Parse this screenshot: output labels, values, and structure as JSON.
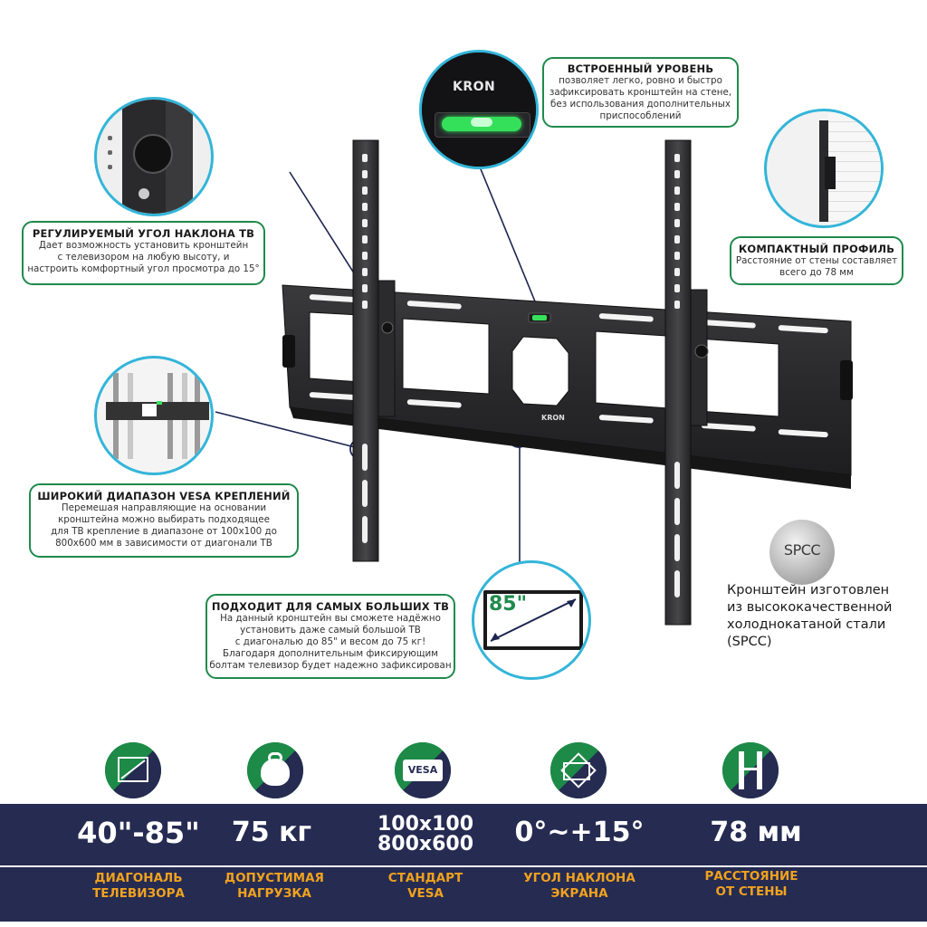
{
  "callouts": {
    "level": {
      "title": "ВСТРОЕННЫЙ УРОВЕНЬ",
      "text": "позволяет легко, ровно и быстро\nзафиксировать кронштейн на стене,\nбез использования дополнительных\nприспособлений"
    },
    "tilt": {
      "title": "РЕГУЛИРУЕМЫЙ УГОЛ НАКЛОНА ТВ",
      "text": "Дает возможность установить кронштейн\nс телевизором на любую высоту, и\nнастроить комфортный угол просмотра до 15°"
    },
    "profile": {
      "title": "КОМПАКТНЫЙ ПРОФИЛЬ",
      "text": "Расстояние от стены составляет\nвсего до 78 мм"
    },
    "vesa": {
      "title": "ШИРОКИЙ ДИАПАЗОН VESA КРЕПЛЕНИЙ",
      "text": "Перемешая направляющие на основании\nкронштейна можно выбирать подходящее\nдля ТВ крепление в диапазоне от 100х100 до\n800х600 мм в зависимости от диагонали ТВ"
    },
    "largest": {
      "title": "ПОДХОДИТ ДЛЯ САМЫХ БОЛЬШИХ ТВ",
      "text": "На данный кронштейн вы сможете надёжно\nустановить даже самый большой ТВ\nс диагональю до 85\" и весом до 75 кг!\nБлагодаря дополнительным фиксирующим\nболтам телевизор будет надежно зафиксирован"
    }
  },
  "brand_logo": "KRON",
  "bracket_logo": "KRON",
  "tv_size_label": "85\"",
  "spcc": {
    "badge": "SPCC",
    "text": "Кронштейн изготовлен\nиз высококачественной\nхолоднокатаной  стали\n(SPCC)"
  },
  "vesa_icon_text": "VESA",
  "specs": [
    {
      "icon": "diagonal-icon",
      "value": "40\"-85\"",
      "label": "ДИАГОНАЛЬ\nТЕЛЕВИЗОРА"
    },
    {
      "icon": "weight-icon",
      "value": "75 кг",
      "label": "ДОПУСТИМАЯ\nНАГРУЗКА"
    },
    {
      "icon": "vesa-icon",
      "value": "100x100\n800x600",
      "label": "СТАНДАРТ\nVESA"
    },
    {
      "icon": "tilt-icon",
      "value": "0°~+15°",
      "label": "УГОЛ НАКЛОНА\nЭКРАНА"
    },
    {
      "icon": "wall-distance-icon",
      "value": "78 мм",
      "label": "РАССТОЯНИЕ\nОТ СТЕНЫ"
    }
  ],
  "colors": {
    "accent_green": "#1f8a4c",
    "circle_blue": "#33b5d9",
    "band_navy": "#262b52",
    "label_orange": "#f0a21e"
  }
}
